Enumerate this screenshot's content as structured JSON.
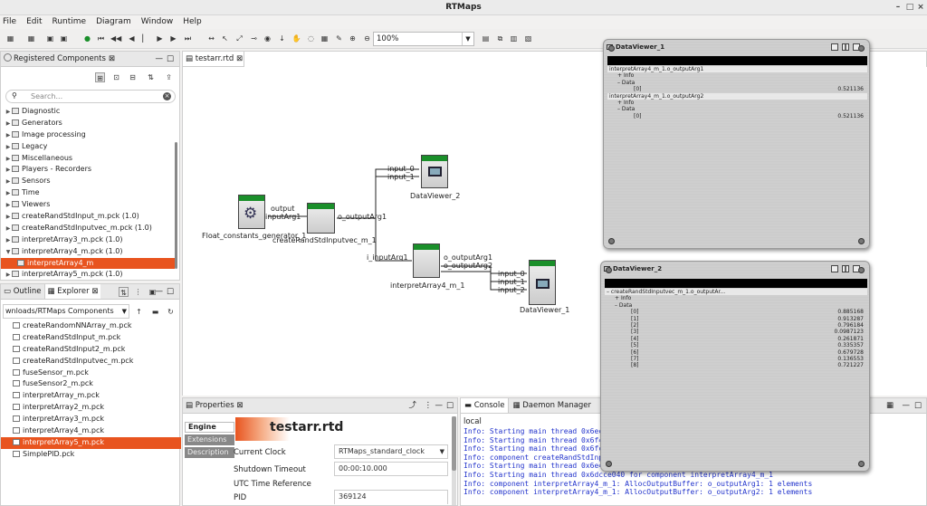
{
  "window": {
    "title": "RTMaps",
    "minimize": "–",
    "maximize": "□",
    "close": "×"
  },
  "menu": [
    "File",
    "Edit",
    "Runtime",
    "Diagram",
    "Window",
    "Help"
  ],
  "toolbar": {
    "zoom": "100%"
  },
  "registered": {
    "tab": "Registered Components",
    "search_placeholder": "Search...",
    "items": [
      {
        "label": "Diagnostic",
        "expanded": false,
        "selected": false
      },
      {
        "label": "Generators",
        "expanded": false,
        "selected": false
      },
      {
        "label": "Image processing",
        "expanded": false,
        "selected": false
      },
      {
        "label": "Legacy",
        "expanded": false,
        "selected": false
      },
      {
        "label": "Miscellaneous",
        "expanded": false,
        "selected": false
      },
      {
        "label": "Players - Recorders",
        "expanded": false,
        "selected": false
      },
      {
        "label": "Sensors",
        "expanded": false,
        "selected": false
      },
      {
        "label": "Time",
        "expanded": false,
        "selected": false
      },
      {
        "label": "Viewers",
        "expanded": false,
        "selected": false
      },
      {
        "label": "createRandStdInput_m.pck (1.0)",
        "expanded": false,
        "selected": false
      },
      {
        "label": "createRandStdInputvec_m.pck (1.0)",
        "expanded": false,
        "selected": false
      },
      {
        "label": "interpretArray3_m.pck (1.0)",
        "expanded": false,
        "selected": false
      },
      {
        "label": "interpretArray4_m.pck (1.0)",
        "expanded": true,
        "selected": false
      },
      {
        "label": "interpretArray4_m",
        "expanded": null,
        "selected": true,
        "child": true
      },
      {
        "label": "interpretArray5_m.pck (1.0)",
        "expanded": false,
        "selected": false
      }
    ]
  },
  "explorer": {
    "tabs": [
      "Outline",
      "Explorer"
    ],
    "path": "wnloads/RTMaps Components",
    "files": [
      {
        "label": "createRandomNNArray_m.pck",
        "selected": false
      },
      {
        "label": "createRandStdInput_m.pck",
        "selected": false
      },
      {
        "label": "createRandStdInput2_m.pck",
        "selected": false
      },
      {
        "label": "createRandStdInputvec_m.pck",
        "selected": false
      },
      {
        "label": "fuseSensor_m.pck",
        "selected": false
      },
      {
        "label": "fuseSensor2_m.pck",
        "selected": false
      },
      {
        "label": "interpretArray_m.pck",
        "selected": false
      },
      {
        "label": "interpretArray2_m.pck",
        "selected": false
      },
      {
        "label": "interpretArray3_m.pck",
        "selected": false
      },
      {
        "label": "interpretArray4_m.pck",
        "selected": false
      },
      {
        "label": "interpretArray5_m.pck",
        "selected": true
      },
      {
        "label": "SimplePID.pck",
        "selected": false
      }
    ]
  },
  "editor": {
    "tab": "testarr.rtd",
    "blocks": {
      "fcg": {
        "name": "Float_constants_generator_1",
        "out": "output"
      },
      "crsi": {
        "name": "createRandStdInputvec_m_1",
        "in": "inputArg1",
        "out": "o_outputArg1"
      },
      "dv2": {
        "name": "DataViewer_2",
        "in1": "input_0",
        "in2": "input_1"
      },
      "ia4": {
        "name": "interpretArray4_m_1",
        "in": "i_inputArg1",
        "out1": "o_outputArg1",
        "out2": "o_outputArg2"
      },
      "dv1": {
        "name": "DataViewer_1",
        "in1": "input_0",
        "in2": "input_1",
        "in3": "input_2"
      }
    }
  },
  "dataviewer1": {
    "title": "DataViewer_1",
    "rows": [
      {
        "indent": 0,
        "sign": "",
        "label": "interpretArray4_m_1.o_outputArg1",
        "value": ""
      },
      {
        "indent": 1,
        "sign": "+",
        "label": "Info",
        "value": ""
      },
      {
        "indent": 1,
        "sign": "–",
        "label": "Data",
        "value": ""
      },
      {
        "indent": 3,
        "sign": "",
        "label": "[0]",
        "value": "0.521136"
      },
      {
        "indent": 0,
        "sign": "",
        "label": "interpretArray4_m_1.o_outputArg2",
        "value": ""
      },
      {
        "indent": 1,
        "sign": "+",
        "label": "Info",
        "value": ""
      },
      {
        "indent": 1,
        "sign": "–",
        "label": "Data",
        "value": ""
      },
      {
        "indent": 3,
        "sign": "",
        "label": "[0]",
        "value": "0.521136"
      }
    ]
  },
  "dataviewer2": {
    "title": "DataViewer_2",
    "rows": [
      {
        "indent": 0,
        "sign": "–",
        "label": "createRandStdInputvec_m_1.o_outputAr...",
        "value": ""
      },
      {
        "indent": 1,
        "sign": "+",
        "label": "Info",
        "value": ""
      },
      {
        "indent": 1,
        "sign": "–",
        "label": "Data",
        "value": ""
      },
      {
        "indent": 3,
        "sign": "",
        "label": "[0]",
        "value": "0.885168"
      },
      {
        "indent": 3,
        "sign": "",
        "label": "[1]",
        "value": "0.913287"
      },
      {
        "indent": 3,
        "sign": "",
        "label": "[2]",
        "value": "0.796184"
      },
      {
        "indent": 3,
        "sign": "",
        "label": "[3]",
        "value": "0.0987123"
      },
      {
        "indent": 3,
        "sign": "",
        "label": "[4]",
        "value": "0.261871"
      },
      {
        "indent": 3,
        "sign": "",
        "label": "[5]",
        "value": "0.335357"
      },
      {
        "indent": 3,
        "sign": "",
        "label": "[6]",
        "value": "0.679728"
      },
      {
        "indent": 3,
        "sign": "",
        "label": "[7]",
        "value": "0.136553"
      },
      {
        "indent": 3,
        "sign": "",
        "label": "[8]",
        "value": "0.721227"
      }
    ]
  },
  "properties": {
    "tab": "Properties",
    "side_tabs": [
      "Engine",
      "Extensions",
      "Description"
    ],
    "title": "testarr.rtd",
    "fields": [
      {
        "label": "Current Clock",
        "value": "RTMaps_standard_clock",
        "dropdown": true
      },
      {
        "label": "Shutdown Timeout",
        "value": "00:00:10.000",
        "dropdown": false
      },
      {
        "label": "UTC Time Reference",
        "value": "",
        "dropdown": false
      },
      {
        "label": "PID",
        "value": "369124",
        "dropdown": false
      }
    ]
  },
  "console": {
    "tabs": [
      "Console",
      "Daemon Manager"
    ],
    "context": "local",
    "lines": [
      "Info: Starting main thread 0x6ecce",
      "Info: Starting main thread 0x6f4c1",
      "Info: Starting main thread 0x6fcd6",
      "Info: component createRandStdInput",
      "Info: Starting main thread 0x6e4c0",
      "Info: Starting main thread 0x6dcce040 for component interpretArray4_m_1",
      "Info: component interpretArray4_m_1: AllocOutputBuffer: o_outputArg1: 1 elements",
      "Info: component interpretArray4_m_1: AllocOutputBuffer: o_outputArg2: 1 elements"
    ]
  }
}
